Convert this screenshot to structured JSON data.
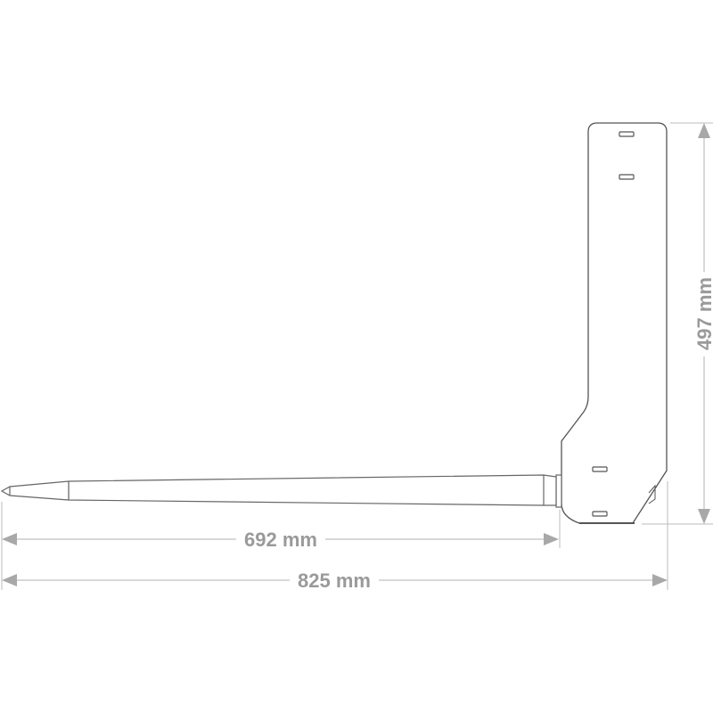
{
  "dimensions": {
    "fork_length": "692 mm",
    "total_length": "825 mm",
    "height": "497 mm"
  },
  "colors": {
    "outline": "#555555",
    "dimension": "#a8a8a8",
    "dimension_text": "#9a9a9a"
  }
}
